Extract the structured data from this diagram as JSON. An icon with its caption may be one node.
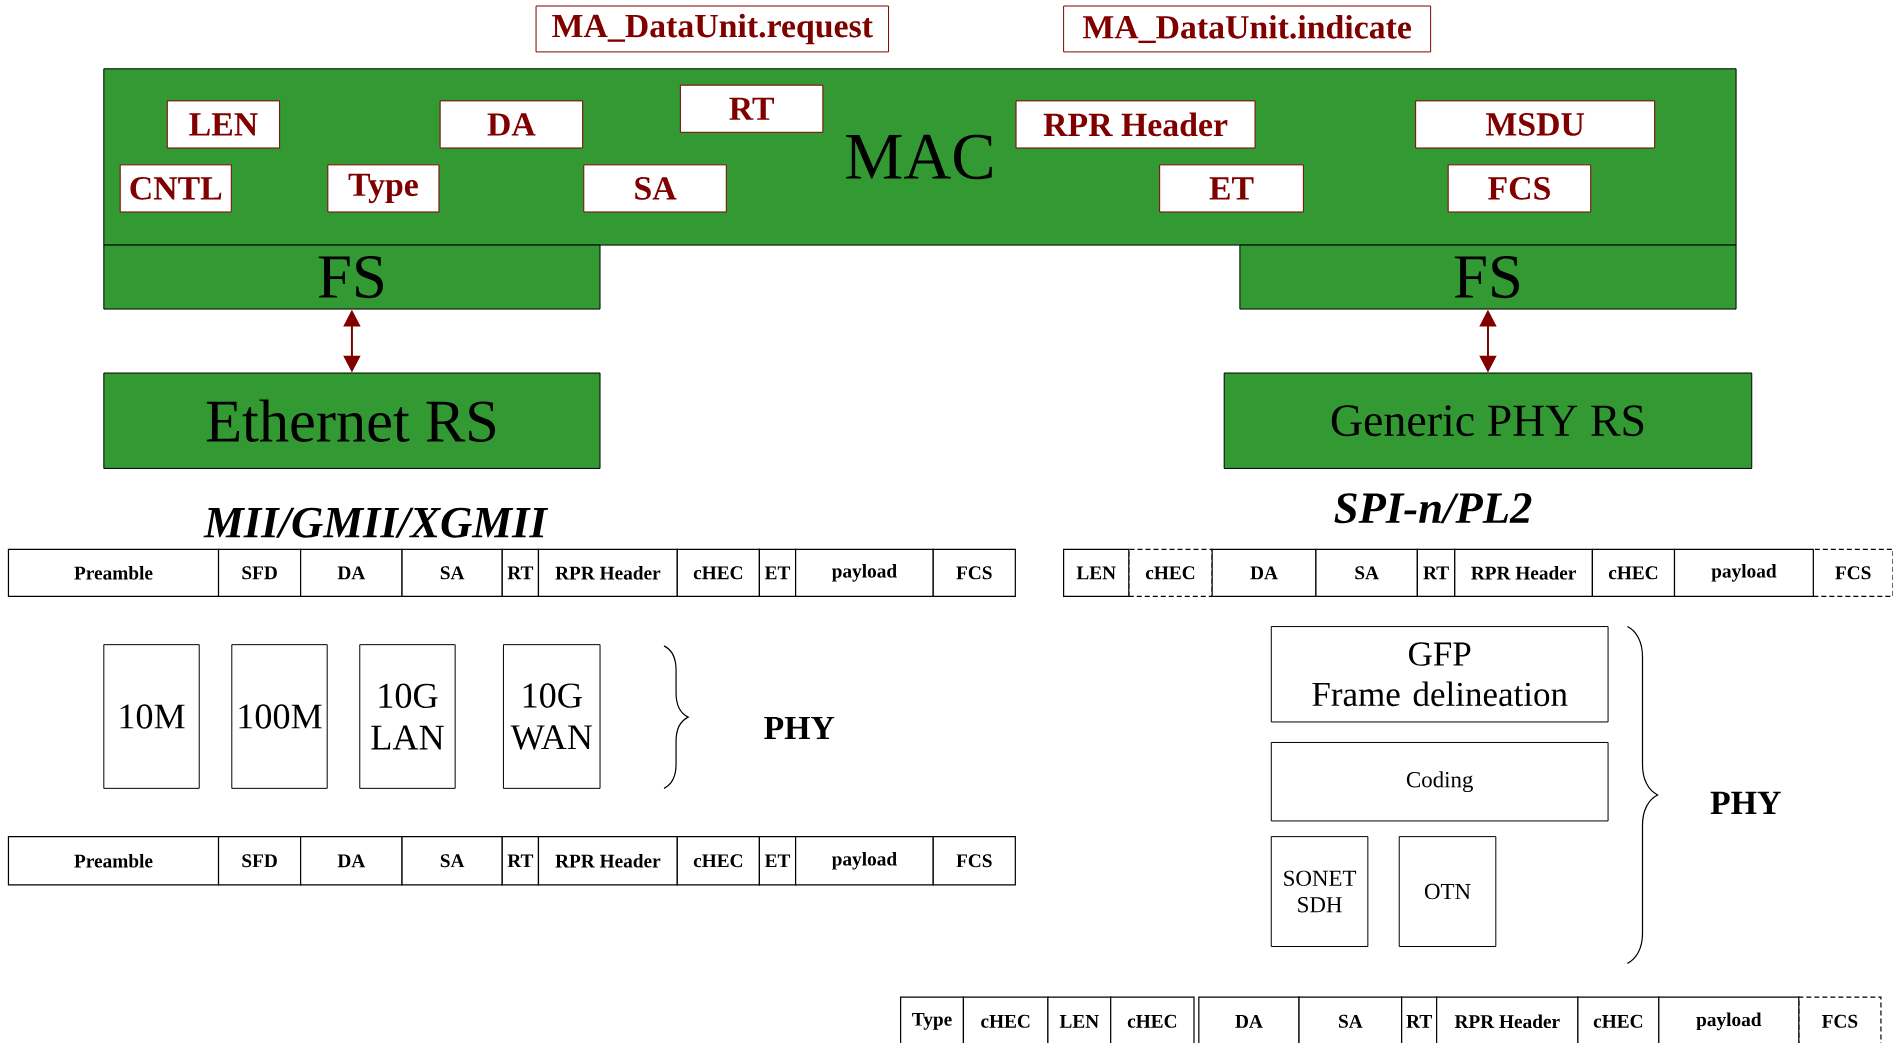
{
  "diagram": {
    "nodes": [
      {
        "text": [
          "MA_DataUnit.request"
        ]
      },
      {
        "text": [
          "MA_DataUnit.indicate"
        ]
      },
      {
        "text": [
          "MAC"
        ]
      },
      {
        "text": [
          "LEN"
        ],
        "in": 2
      },
      {
        "text": [
          "DA"
        ],
        "in": 2
      },
      {
        "text": [
          "RT"
        ],
        "in": 2
      },
      {
        "text": [
          "RPR Header"
        ],
        "in": 2
      },
      {
        "text": [
          "MSDU"
        ],
        "in": 2
      },
      {
        "text": [
          "CNTL"
        ],
        "in": 2
      },
      {
        "text": [
          "Type"
        ],
        "in": 2
      },
      {
        "text": [
          "SA"
        ],
        "in": 2
      },
      {
        "text": [
          "ET"
        ],
        "in": 2
      },
      {
        "text": [
          "FCS"
        ],
        "in": 2
      },
      {
        "text": [
          "FS"
        ]
      },
      {
        "text": [
          "FS"
        ]
      },
      {
        "text": [
          "Ethernet RS"
        ]
      },
      {
        "text": [
          "Generic PHY RS"
        ]
      },
      {
        "text": [
          "10M"
        ]
      },
      {
        "text": [
          "100M"
        ]
      },
      {
        "text": [
          "10G LAN"
        ]
      },
      {
        "text": [
          "10G WAN"
        ]
      },
      {
        "text": [
          "GFP",
          "Frame delineation"
        ]
      },
      {
        "text": [
          "Coding"
        ]
      },
      {
        "text": [
          "SONET SDH"
        ]
      },
      {
        "text": [
          "OTN"
        ]
      }
    ],
    "edges": [
      {
        "from": 13,
        "to": 15,
        "arrow": "both"
      },
      {
        "from": 14,
        "to": 16,
        "arrow": "both"
      }
    ],
    "labels": [
      "MII/GMII/XGMII",
      "SPI-n/PL2",
      "Preamble",
      "SFD",
      "DA",
      "SA",
      "RT",
      "RPR Header",
      "cHEC",
      "ET",
      "payload",
      "FCS",
      "LEN",
      "cHEC",
      "DA",
      "SA",
      "RT",
      "RPR Header",
      "cHEC",
      "payload",
      "FCS",
      "PHY",
      "PHY",
      "Preamble",
      "SFD",
      "DA",
      "SA",
      "RT",
      "RPR Header",
      "cHEC",
      "ET",
      "payload",
      "FCS",
      "Type",
      "cHEC",
      "LEN",
      "cHEC",
      "DA",
      "SA",
      "RT",
      "RPR Header",
      "cHEC",
      "payload",
      "FCS"
    ]
  }
}
